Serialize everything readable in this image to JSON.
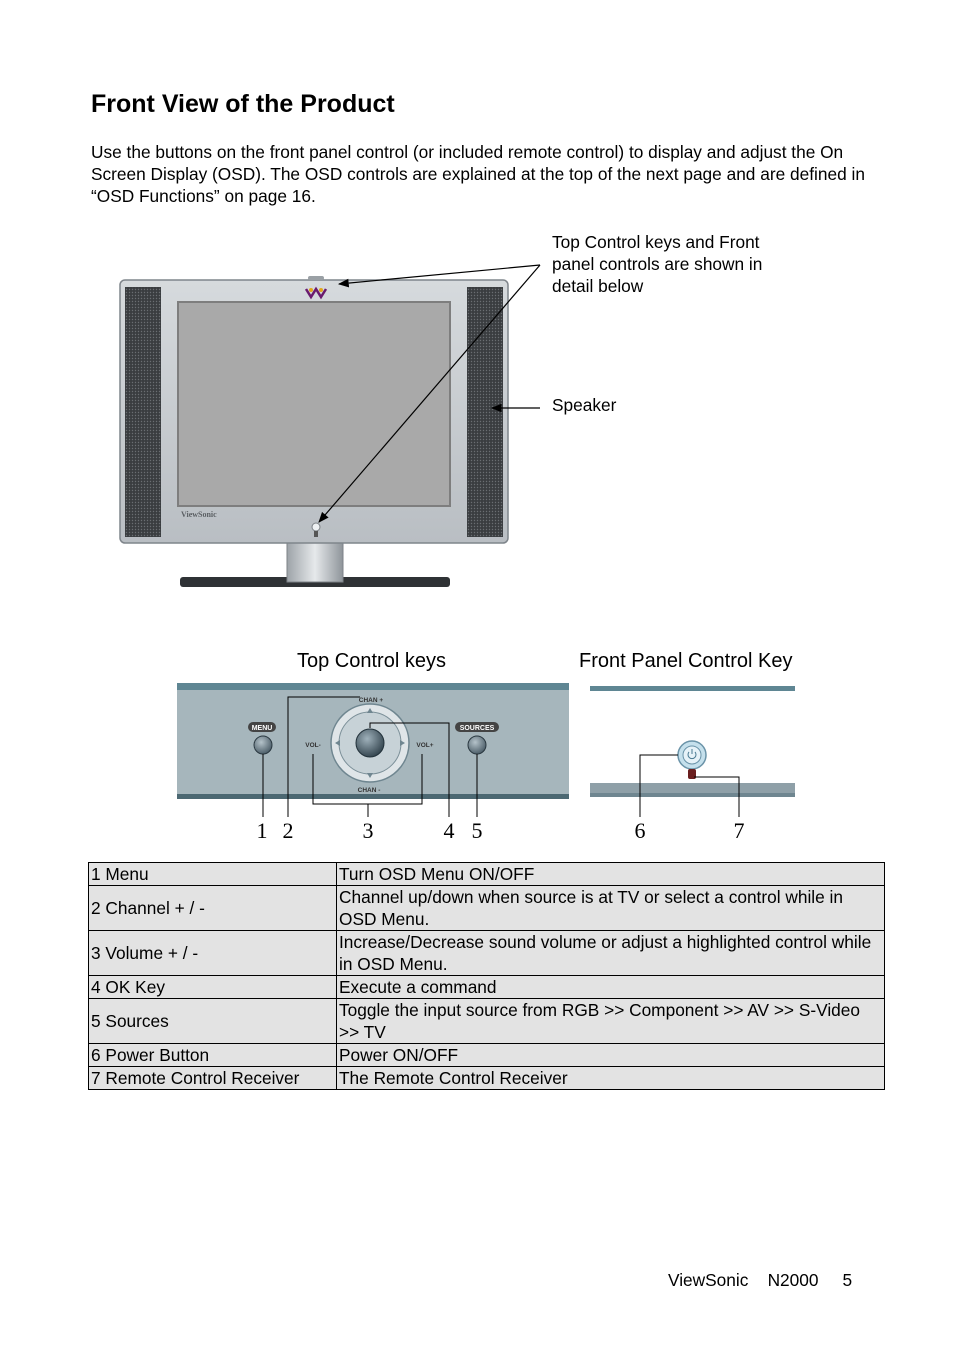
{
  "title": "Front View of the Product",
  "intro": "Use the buttons on the front panel control (or included remote control) to display and adjust the On Screen Display (OSD). The OSD controls are explained at the top of the next page and are defined in “OSD Functions” on page 16.",
  "callouts": {
    "top": "Top Control keys and Front panel controls are shown in detail below",
    "speaker": "Speaker"
  },
  "monitor": {
    "bezel_brand": "ViewSonic"
  },
  "panels": {
    "top_keys_label": "Top Control keys",
    "front_key_label": "Front Panel Control Key",
    "menu": "MENU",
    "sources": "SOURCES",
    "chan_plus": "CHAN +",
    "chan_minus": "CHAN -",
    "vol_minus": "VOL-",
    "vol_plus": "VOL+",
    "numbers": [
      "1",
      "2",
      "3",
      "4",
      "5",
      "6",
      "7"
    ]
  },
  "table": [
    [
      "1 Menu",
      "Turn OSD Menu ON/OFF"
    ],
    [
      "2 Channel + / -",
      "Channel up/down when source is at TV or select a control while in OSD Menu."
    ],
    [
      "3 Volume + / -",
      "Increase/Decrease sound volume or adjust a highlighted control while in OSD Menu."
    ],
    [
      "4 OK Key",
      "Execute a command"
    ],
    [
      "5 Sources",
      "Toggle the input source from RGB >> Component >> AV >> S-Video >> TV"
    ],
    [
      "6 Power Button",
      "Power ON/OFF"
    ],
    [
      "7 Remote Control Receiver",
      "The Remote Control Receiver"
    ]
  ],
  "footer": "ViewSonic    N2000     5",
  "colors": {
    "bezel": "#c9ced3",
    "screen": "#a9a9a9",
    "speaker": "#3a3d40",
    "panel": "#a6b6bc",
    "panel_edge": "#5f8693"
  }
}
